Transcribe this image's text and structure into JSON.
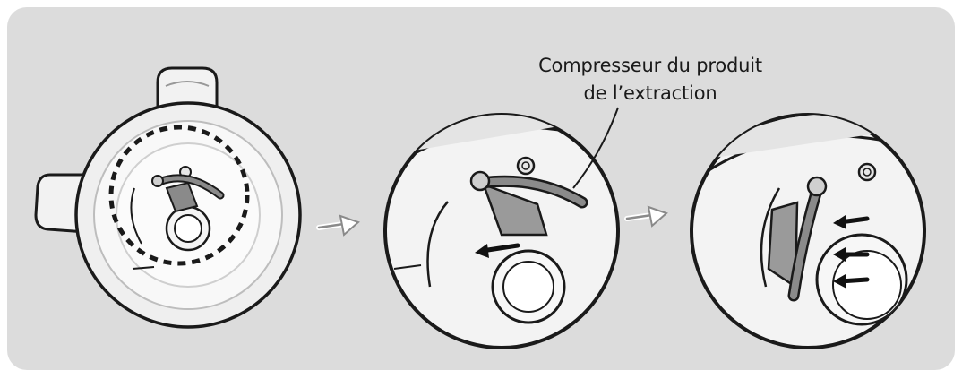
{
  "callout": {
    "line1": "Compresseur du produit",
    "line2": "de l’extraction"
  },
  "steps": [
    {
      "name": "overview",
      "icons": [
        "juicer-top-view",
        "zoom-circle"
      ]
    },
    {
      "name": "step-1",
      "icons": [
        "compressor-lever",
        "arrow-left"
      ]
    },
    {
      "name": "step-2",
      "icons": [
        "compressor-lever-removed",
        "arrow-left",
        "arrow-left",
        "arrow-left"
      ]
    }
  ],
  "colors": {
    "panel": "#dcdcdc",
    "part_fill": "#f4f4f4",
    "outline": "#1a1a1a",
    "lever": "#8a8a8a",
    "arrow": "#111111"
  }
}
